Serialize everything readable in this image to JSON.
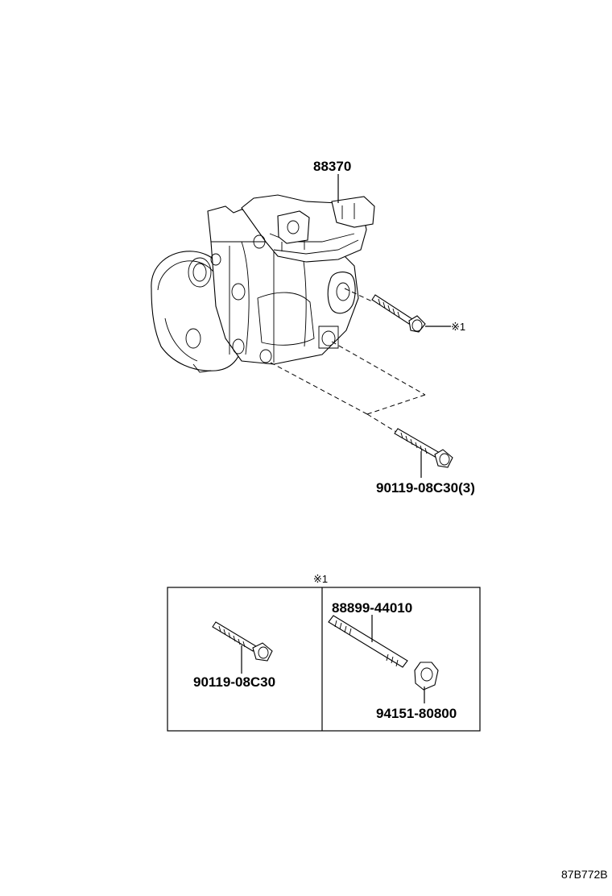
{
  "diagram": {
    "labels": {
      "compressor": "88370",
      "main_bolt": "90119-08C30(3)",
      "marker_top": "※1",
      "marker_box": "※1",
      "box_bolt": "90119-08C30",
      "box_stud": "88899-44010",
      "box_nut": "94151-80800",
      "drawing_ref": "87B772B"
    }
  }
}
